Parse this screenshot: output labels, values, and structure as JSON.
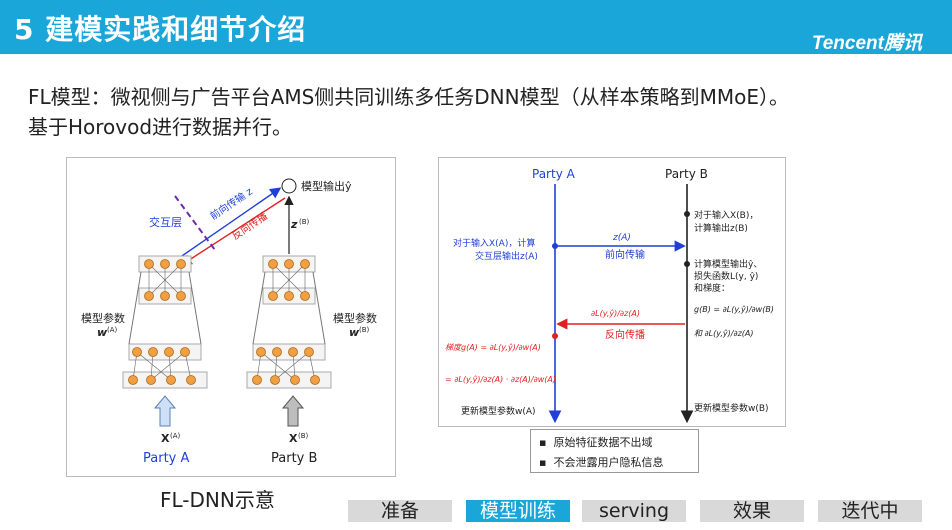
{
  "header": {
    "title": "5 建模实践和细节介绍",
    "logo": "Tencent腾讯"
  },
  "body": {
    "line1": "FL模型：微视侧与广告平台AMS侧共同训练多任务DNN模型（从样本策略到MMoE）。",
    "line2": "基于Horovod进行数据并行。"
  },
  "left_diagram": {
    "output_label": "模型输出ŷ",
    "interaction_label": "交互层",
    "forward_label": "前向传输 z",
    "backward_label": "反向传播",
    "z_b": "z",
    "params_a": "模型参数",
    "params_a_w": "w",
    "params_b": "模型参数",
    "params_b_w": "w",
    "x_a": "X",
    "x_b": "X",
    "party_a": "Party A",
    "party_b": "Party B",
    "sup_a": "(A)",
    "sup_b": "(B)"
  },
  "right_diagram": {
    "party_a": "Party A",
    "party_b": "Party B",
    "b_step1_l1": "对于输入X(B)，",
    "b_step1_l2": "计算输出z(B)",
    "a_step1_l1": "对于输入X(A)，计算",
    "a_step1_l2": "交互层输出z(A)",
    "z_arrow": "z(A)",
    "forward": "前向传输",
    "b_step2_l1": "计算模型输出ŷ、",
    "b_step2_l2": "损失函数L(y, ŷ)",
    "b_step2_l3": "和梯度：",
    "b_grad": "g(B) = ∂L(y,ŷ)/∂w(B)",
    "b_and": "和 ∂L(y,ŷ)/∂z(A)",
    "back_frac": "∂L(y,ŷ)/∂z(A)",
    "backward": "反向传播",
    "a_grad_l1": "梯度g(A) = ∂L(y,ŷ)/∂w(A)",
    "a_grad_l2": "= ∂L(y,ŷ)/∂z(A) · ∂z(A)/∂w(A)",
    "update_a": "更新模型参数w(A)",
    "update_b": "更新模型参数w(B)"
  },
  "legend": {
    "item1": "原始特征数据不出域",
    "item2": "不会泄露用户隐私信息"
  },
  "caption": "FL-DNN示意",
  "tabs": [
    "准备",
    "模型训练",
    "serving",
    "效果",
    "迭代中"
  ],
  "active_tab": "模型训练",
  "colors": {
    "accent": "#1aa6d8",
    "blue": "#1f3fd6",
    "red": "#e02020",
    "node": "#f0a040"
  }
}
